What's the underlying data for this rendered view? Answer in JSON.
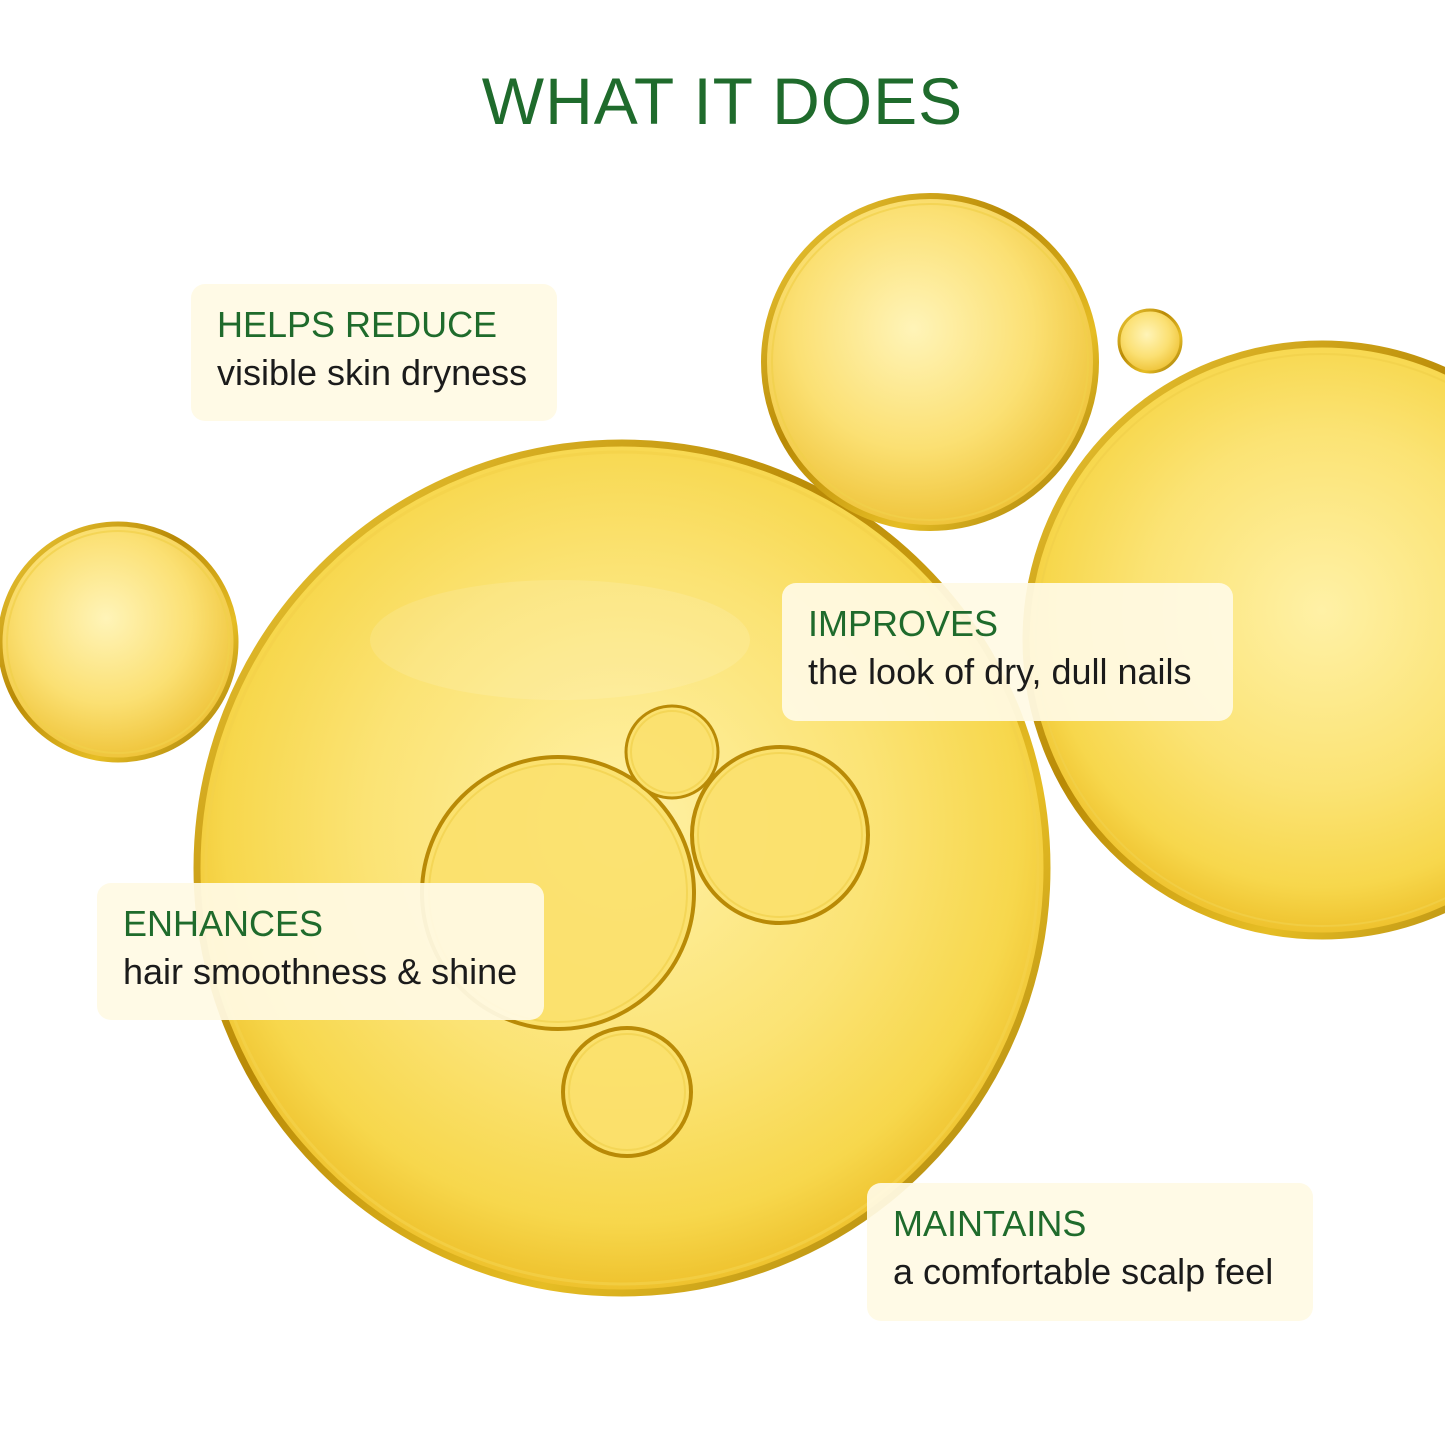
{
  "title": "WHAT IT DOES",
  "colors": {
    "heading_green": "#1f6b2c",
    "body_text": "#1b1b1b",
    "card_background": "#fffae4",
    "oil_yellow": "#f9dd55",
    "oil_rim_gold": "#c79a0a"
  },
  "benefits": [
    {
      "heading": "HELPS REDUCE",
      "text": "visible skin dryness"
    },
    {
      "heading": "IMPROVES",
      "text": "the look of dry, dull nails"
    },
    {
      "heading": "ENHANCES",
      "text": "hair smoothness & shine"
    },
    {
      "heading": "MAINTAINS",
      "text": "a comfortable scalp feel"
    }
  ]
}
